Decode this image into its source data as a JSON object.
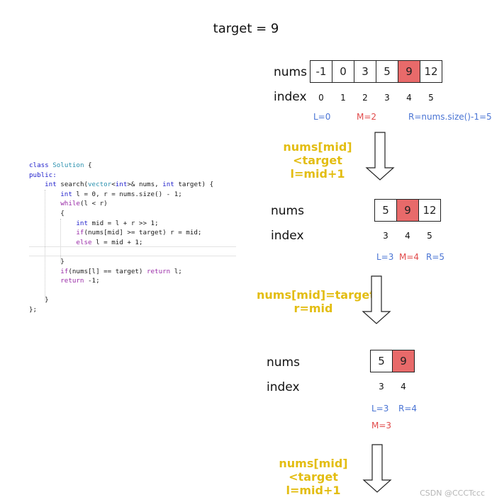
{
  "title": "target = 9",
  "labels": {
    "nums": "nums",
    "index": "index"
  },
  "diagrams": [
    {
      "nums": [
        "-1",
        "0",
        "3",
        "5",
        "9",
        "12"
      ],
      "index": [
        "0",
        "1",
        "2",
        "3",
        "4",
        "5"
      ],
      "highlight_index": 4,
      "pointers": {
        "left": "L=0",
        "mid": "M=2",
        "right": "R=nums.size()-1=5"
      }
    },
    {
      "nums": [
        "5",
        "9",
        "12"
      ],
      "index": [
        "3",
        "4",
        "5"
      ],
      "highlight_index": 1,
      "pointers": {
        "left": "L=3",
        "mid": "M=4",
        "right": "R=5"
      }
    },
    {
      "nums": [
        "5",
        "9"
      ],
      "index": [
        "3",
        "4"
      ],
      "highlight_index": 1,
      "pointers": {
        "left": "L=3",
        "right": "R=4",
        "mid": "M=3"
      }
    }
  ],
  "steps": [
    {
      "line1": "nums[mid] <target",
      "line2": "l=mid+1"
    },
    {
      "line1": "nums[mid]=target",
      "line2": "r=mid"
    },
    {
      "line1": "nums[mid] <target",
      "line2": "l=mid+1"
    }
  ],
  "code": [
    "class Solution {",
    "public:",
    "    int search(vector<int>& nums, int target) {",
    "        int l = 0, r = nums.size() - 1;",
    "        while(l < r)",
    "        {",
    "            int mid = l + r >> 1;",
    "            if(nums[mid] >= target) r = mid;",
    "            else l = mid + 1;",
    "",
    "        }",
    "        if(nums[l] == target) return l;",
    "        return -1;",
    "",
    "    }",
    "};"
  ],
  "watermark": "CSDN @CCCTccc",
  "colors": {
    "highlight": "#e86a6a",
    "step_text": "#e3bd12",
    "pointer_blue": "#4a74d4",
    "pointer_red": "#e14a4a"
  }
}
